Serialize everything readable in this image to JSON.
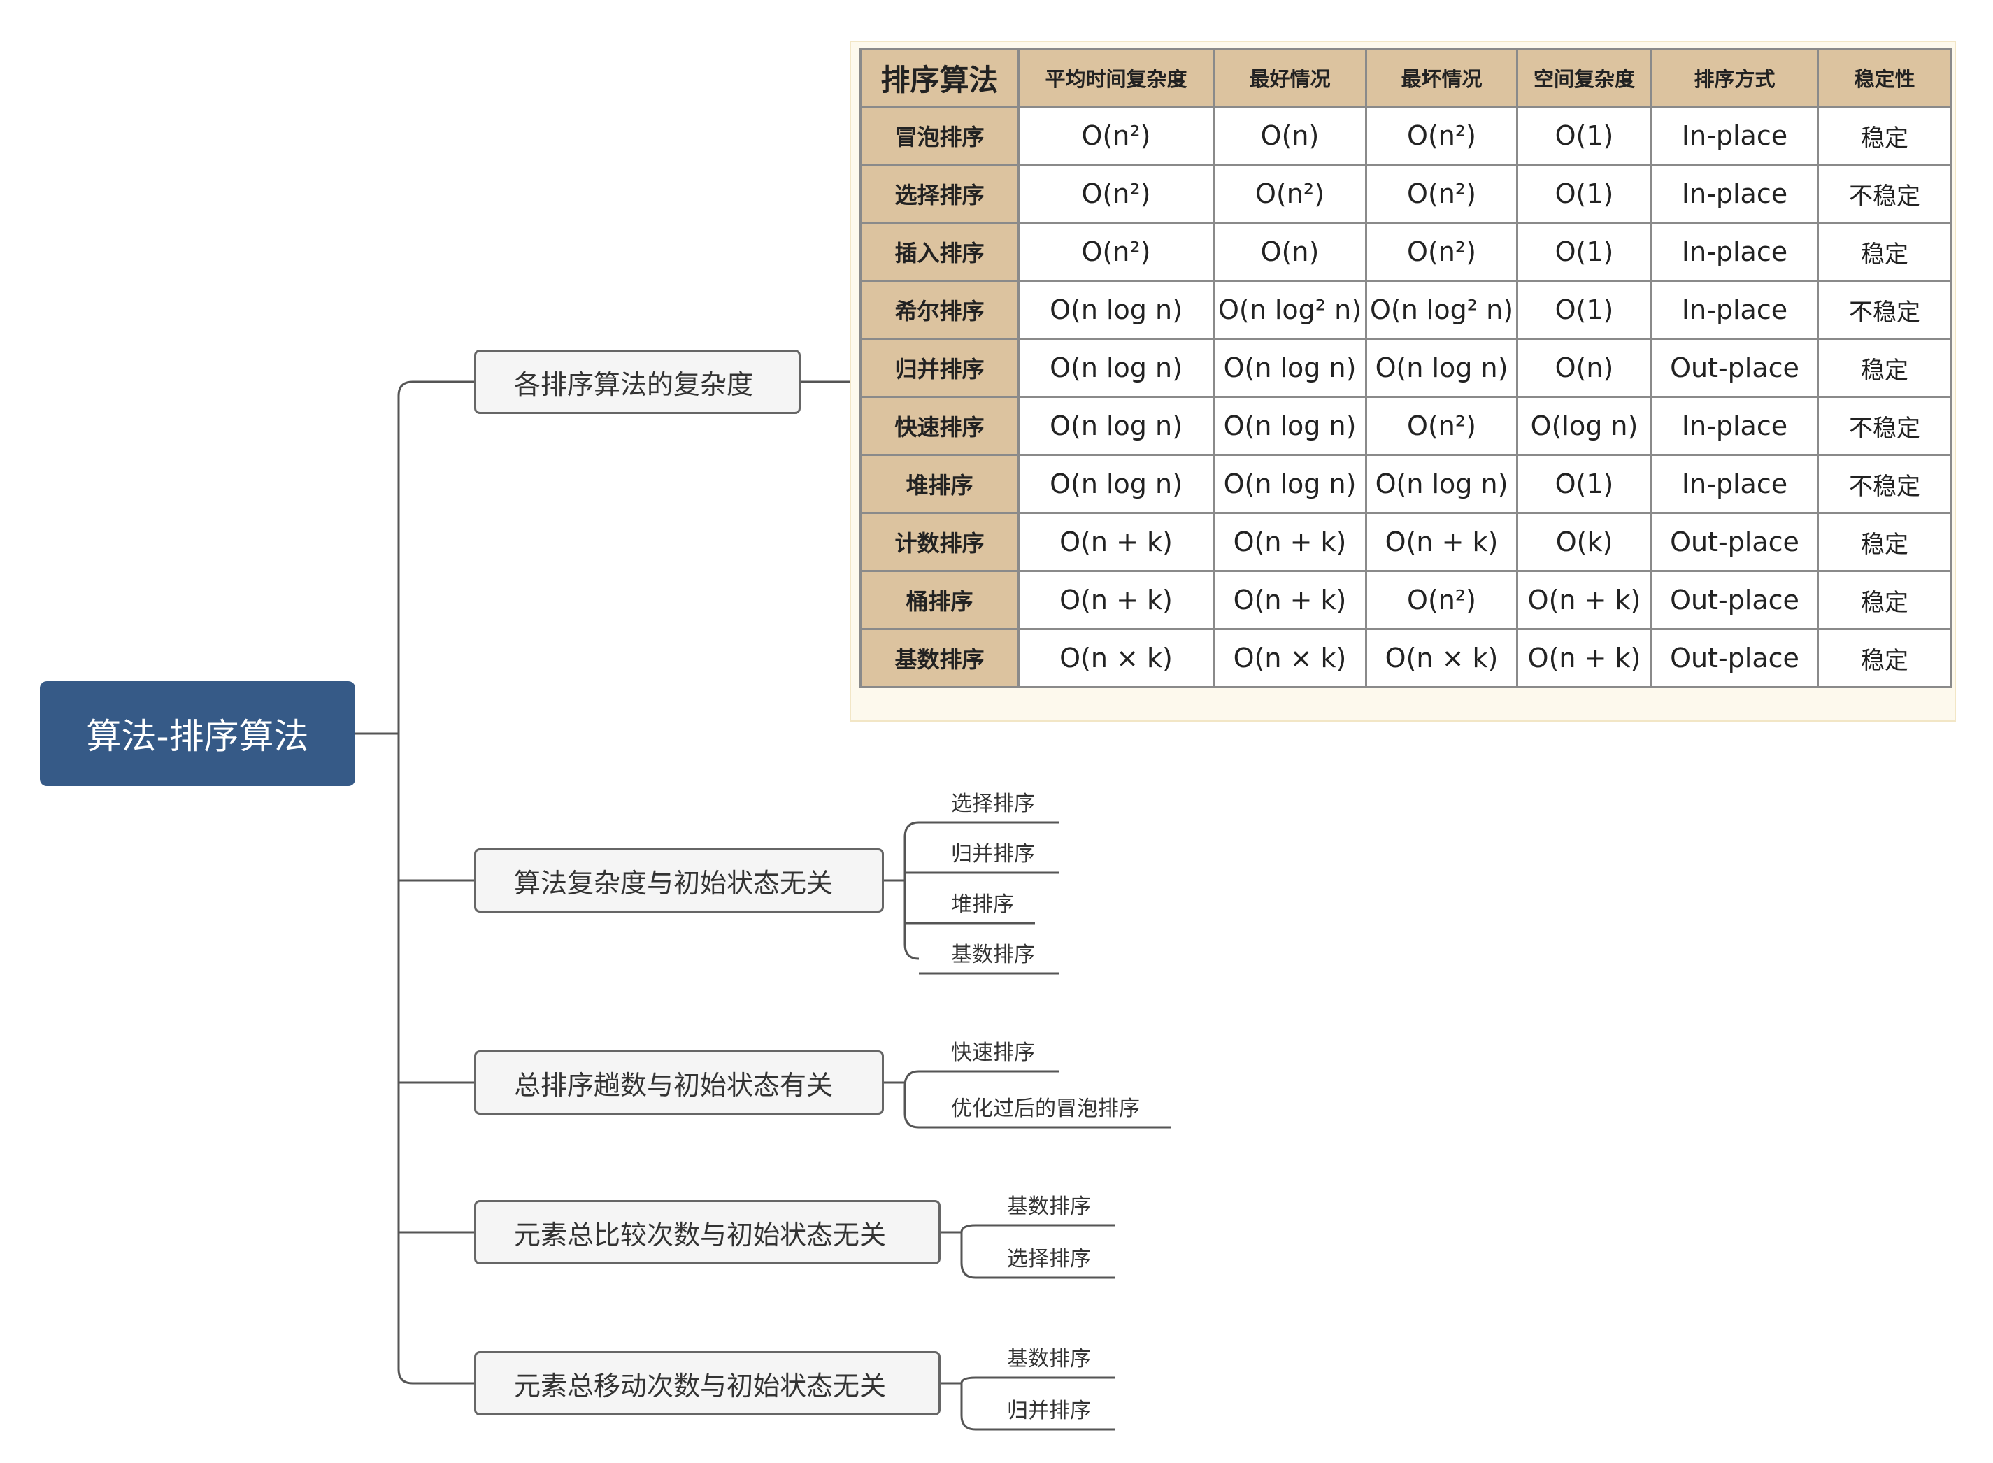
{
  "root": {
    "label": "算法-排序算法"
  },
  "branches": [
    {
      "label": "各排序算法的复杂度",
      "children": []
    },
    {
      "label": "算法复杂度与初始状态无关",
      "children": [
        "选择排序",
        "归并排序",
        "堆排序",
        "基数排序"
      ]
    },
    {
      "label": "总排序趟数与初始状态有关",
      "children": [
        "快速排序",
        "优化过后的冒泡排序"
      ]
    },
    {
      "label": "元素总比较次数与初始状态无关",
      "children": [
        "基数排序",
        "选择排序"
      ]
    },
    {
      "label": "元素总移动次数与初始状态无关",
      "children": [
        "基数排序",
        "归并排序"
      ]
    }
  ],
  "table": {
    "headers": [
      "排序算法",
      "平均时间复杂度",
      "最好情况",
      "最坏情况",
      "空间复杂度",
      "排序方式",
      "稳定性"
    ],
    "rows": [
      [
        "冒泡排序",
        "O(n²)",
        "O(n)",
        "O(n²)",
        "O(1)",
        "In-place",
        "稳定"
      ],
      [
        "选择排序",
        "O(n²)",
        "O(n²)",
        "O(n²)",
        "O(1)",
        "In-place",
        "不稳定"
      ],
      [
        "插入排序",
        "O(n²)",
        "O(n)",
        "O(n²)",
        "O(1)",
        "In-place",
        "稳定"
      ],
      [
        "希尔排序",
        "O(n log n)",
        "O(n log² n)",
        "O(n log² n)",
        "O(1)",
        "In-place",
        "不稳定"
      ],
      [
        "归并排序",
        "O(n log n)",
        "O(n log n)",
        "O(n log n)",
        "O(n)",
        "Out-place",
        "稳定"
      ],
      [
        "快速排序",
        "O(n log n)",
        "O(n log n)",
        "O(n²)",
        "O(log n)",
        "In-place",
        "不稳定"
      ],
      [
        "堆排序",
        "O(n log n)",
        "O(n log n)",
        "O(n log n)",
        "O(1)",
        "In-place",
        "不稳定"
      ],
      [
        "计数排序",
        "O(n + k)",
        "O(n + k)",
        "O(n + k)",
        "O(k)",
        "Out-place",
        "稳定"
      ],
      [
        "桶排序",
        "O(n + k)",
        "O(n + k)",
        "O(n²)",
        "O(n + k)",
        "Out-place",
        "稳定"
      ],
      [
        "基数排序",
        "O(n × k)",
        "O(n × k)",
        "O(n × k)",
        "O(n + k)",
        "Out-place",
        "稳定"
      ]
    ]
  },
  "colors": {
    "root_bg": "#365a87",
    "header_bg": "#dcc39f",
    "connector": "#555555"
  }
}
